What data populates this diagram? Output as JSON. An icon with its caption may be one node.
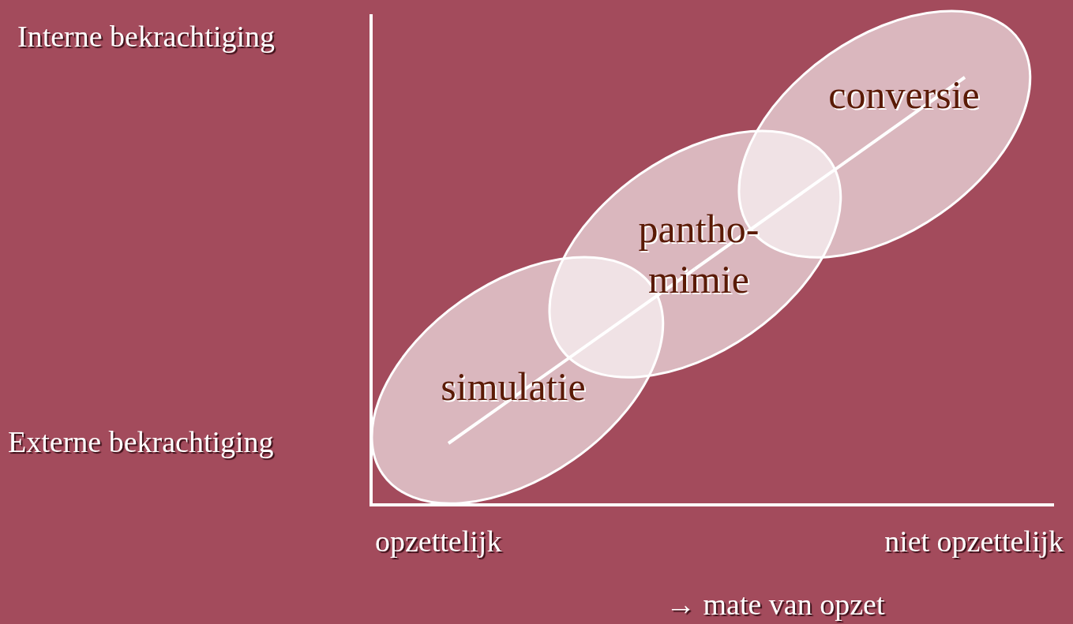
{
  "diagram": {
    "nodes": [
      {
        "text": [
          "simulatie"
        ]
      },
      {
        "text": [
          "pantho- mimie"
        ]
      },
      {
        "text": [
          "conversie"
        ]
      }
    ],
    "edges": [
      {
        "from": 0,
        "to": 1,
        "arrow": "none"
      },
      {
        "from": 1,
        "to": 2,
        "arrow": "none"
      }
    ],
    "labels": [
      "Interne bekrachtiging",
      "Externe bekrachtiging",
      "opzettelijk",
      "niet opzettelijk",
      "→ mate van opzet"
    ]
  }
}
